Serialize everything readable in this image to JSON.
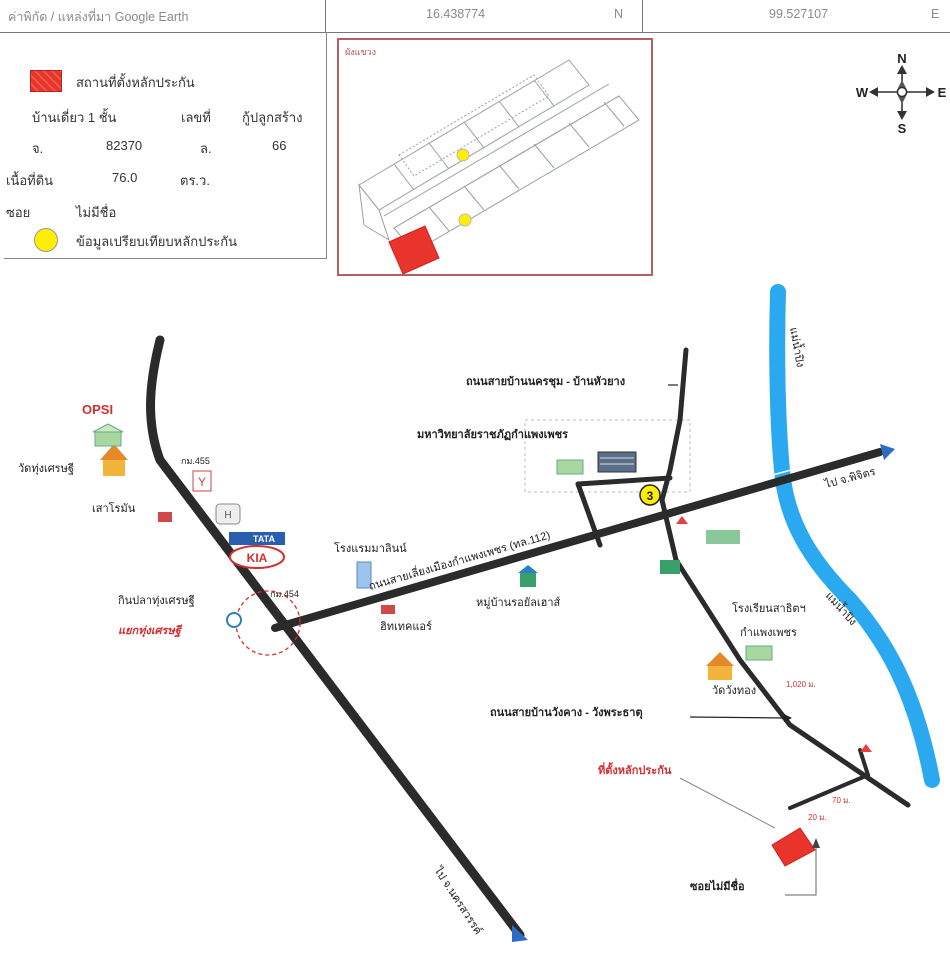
{
  "coords": {
    "label": "ค่าพิกัด / แหล่งที่มา Google Earth",
    "lat": "16.438774",
    "lat_dir": "N",
    "lon": "99.527107",
    "lon_dir": "E"
  },
  "legend": {
    "property_marker": "สถานที่ตั้งหลักประกัน",
    "house_type": "บ้านเดี่ยว 1 ชั้น",
    "number_label": "เลขที่",
    "number_value": "กู้ปลูกสร้าง",
    "deed_prefix": "จ.",
    "deed_number": "82370",
    "land_prefix": "ล.",
    "land_number": "66",
    "area_label": "เนื้อที่ดิน",
    "area_value": "76.0",
    "area_unit": "ตร.ว.",
    "soi_label": "ซอย",
    "soi_value": "ไม่มีชื่อ",
    "comparison_marker": "ข้อมูลเปรียบเทียบหลักประกัน"
  },
  "inset": {
    "title": "ผังแขวง"
  },
  "compass": {
    "n": "N",
    "s": "S",
    "e": "E",
    "w": "W"
  },
  "colors": {
    "property": "#e8342a",
    "comparison": "#ffee00",
    "river": "#2aa8f0",
    "road": "#2b2b2b",
    "label_red": "#d23030"
  },
  "map": {
    "road_north": "ถนนสายบ้านนครชุม - บ้านหัวยาง",
    "university": "มหาวิทยาลัยราชภัฏกำแพงเพชร",
    "route_badge": "3",
    "to_phichit": "ไป จ.พิจิตร",
    "ring_road": "ถนนสายเลี่ยงเมืองกำแพงเพชร (ทล.112)",
    "river_top": "แม่น้ำปิง",
    "river_mid": "แม่น้ำปิง",
    "opsi": "OPSI",
    "wat_thung": "วัดทุ่งเศรษฐี",
    "km455": "กม.455",
    "saoson": "เสาโรมัน",
    "tata": "TATA",
    "kia": "KIA",
    "hotel": "โรงแรมมาลินน์",
    "km454": "กม.454",
    "kinpla": "กินปลาทุ่งเศรษฐี",
    "intersection": "แยกทุ่งเศรษฐี",
    "village": "หมู่บ้านรอยัลเฮาส์",
    "hitech": "ฮิทเทคแอร์",
    "school_1": "โรงเรียนสาธิตฯ",
    "school_2": "กำแพงเพชร",
    "wat_wang": "วัดวังทอง",
    "dist_1": "1,020 ม.",
    "road_south": "ถนนสายบ้านวังคาง - วังพระธาตุ",
    "property_location": "ที่ตั้งหลักประกัน",
    "dist_2": "70 ม.",
    "dist_3": "20 ม.",
    "soi_unnamed": "ซอยไม่มีชื่อ",
    "to_nakhonsawan": "ไป จ.นครสวรรค์"
  }
}
